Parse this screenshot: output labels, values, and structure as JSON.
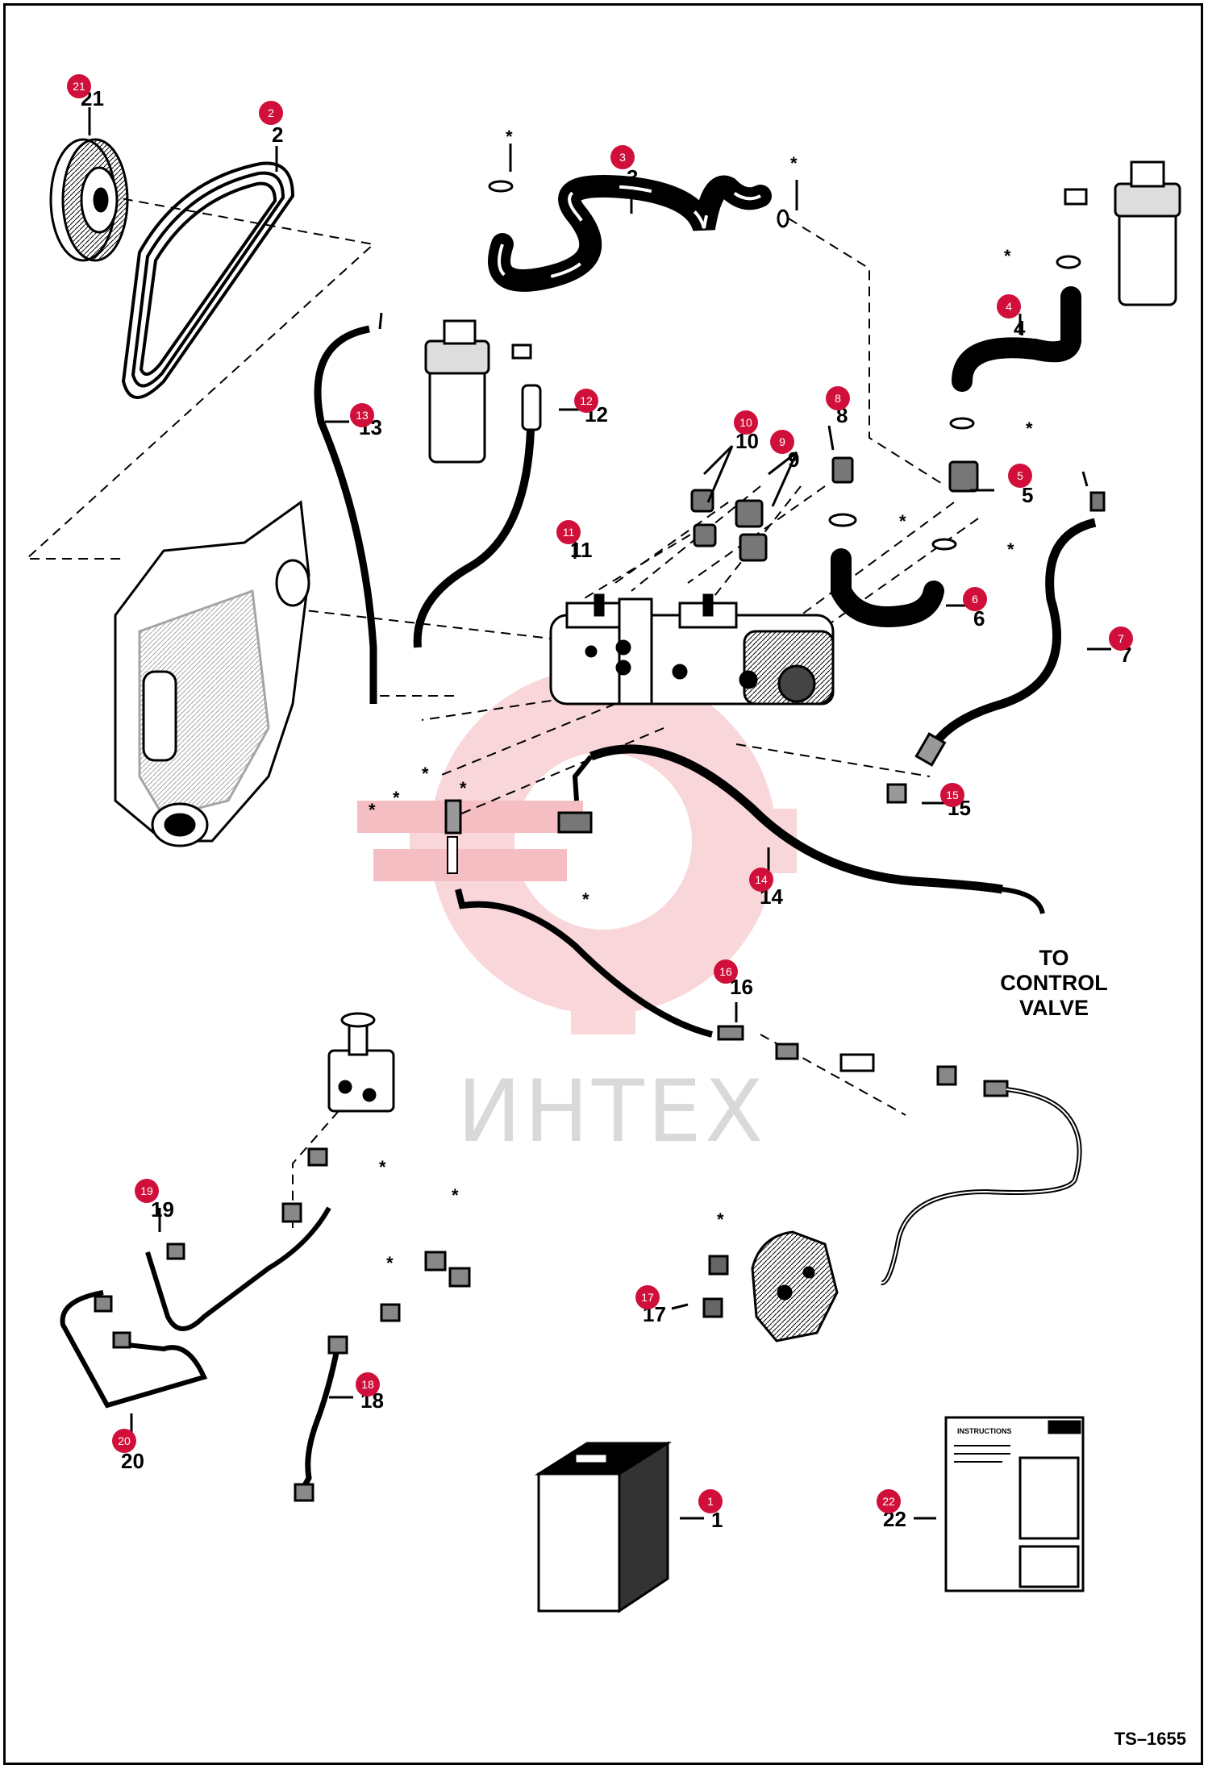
{
  "drawing_code": "TS–1655",
  "watermark": "ИНТЕХ",
  "destination_label": [
    "TO",
    "CONTROL",
    "VALVE"
  ],
  "callout_color": "#d0103a",
  "star_symbol": "*",
  "decal_title": "INSTRUCTIONS",
  "parts": [
    {
      "id": "1",
      "callout": "1",
      "number": "1"
    },
    {
      "id": "2",
      "callout": "2",
      "number": "2"
    },
    {
      "id": "3",
      "callout": "3",
      "number": "3"
    },
    {
      "id": "4",
      "callout": "4",
      "number": "4"
    },
    {
      "id": "5",
      "callout": "5",
      "number": "5"
    },
    {
      "id": "6",
      "callout": "6",
      "number": "6"
    },
    {
      "id": "7",
      "callout": "7",
      "number": "7"
    },
    {
      "id": "8",
      "callout": "8",
      "number": "8"
    },
    {
      "id": "9",
      "callout": "9",
      "number": "9"
    },
    {
      "id": "10",
      "callout": "10",
      "number": "10"
    },
    {
      "id": "11",
      "callout": "11",
      "number": "11"
    },
    {
      "id": "12",
      "callout": "12",
      "number": "12"
    },
    {
      "id": "13",
      "callout": "13",
      "number": "13"
    },
    {
      "id": "14",
      "callout": "14",
      "number": "14"
    },
    {
      "id": "15",
      "callout": "15",
      "number": "15"
    },
    {
      "id": "16",
      "callout": "16",
      "number": "16"
    },
    {
      "id": "17",
      "callout": "17",
      "number": "17"
    },
    {
      "id": "18",
      "callout": "18",
      "number": "18"
    },
    {
      "id": "19",
      "callout": "19",
      "number": "19"
    },
    {
      "id": "20",
      "callout": "20",
      "number": "20"
    },
    {
      "id": "21",
      "callout": "21",
      "number": "21"
    },
    {
      "id": "22",
      "callout": "22",
      "number": "22"
    }
  ]
}
